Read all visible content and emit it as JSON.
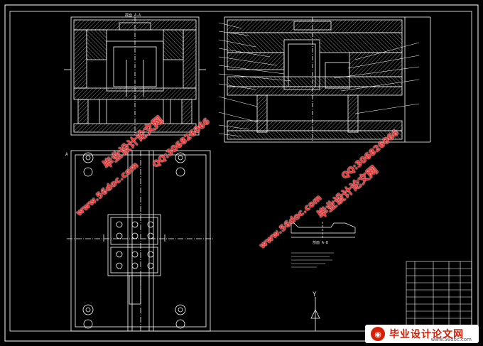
{
  "drawing": {
    "title_label_section": "截面 A-A",
    "section_view_label": "剖面 A-B",
    "y_axis_label": "Y",
    "section_marker_A": "A"
  },
  "watermarks": {
    "cn_text": "毕业设计论文网",
    "qq_text": "QQ:306826066",
    "url_text": "www.56doc.com"
  },
  "logo": {
    "name": "毕业设计论文网",
    "url": "www.56doc.com"
  },
  "colors": {
    "background": "#000000",
    "line": "#ffffff",
    "watermark": "#ff2a2a",
    "logo_red": "#d81e06"
  }
}
